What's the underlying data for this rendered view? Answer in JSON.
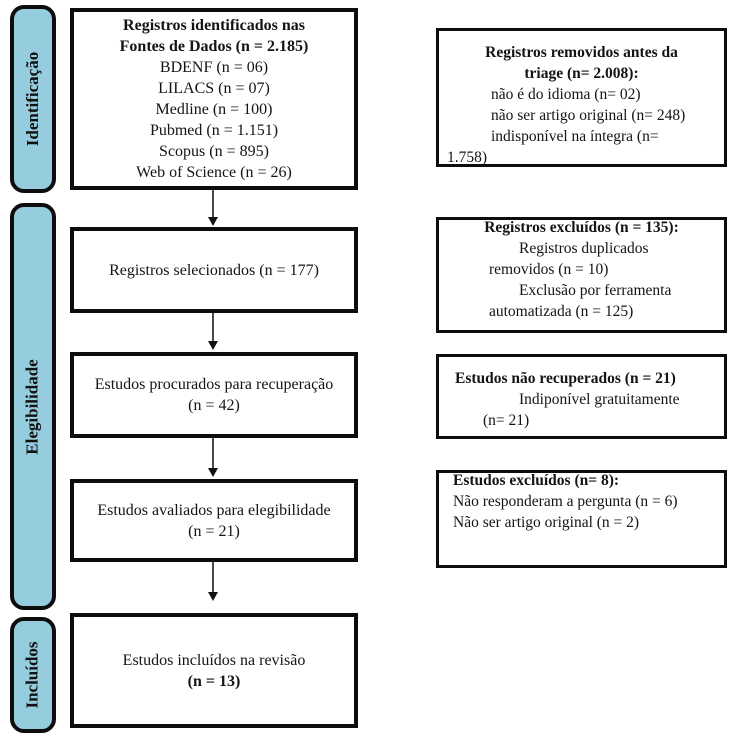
{
  "palette": {
    "sidebar_fill": "#95cddf",
    "box_border": "#0d0d0d",
    "text": "#141414",
    "background": "#ffffff"
  },
  "sidebar": {
    "stages": [
      {
        "label": "Identificação"
      },
      {
        "label": "Elegibilidade"
      },
      {
        "label": "Incluídos"
      }
    ]
  },
  "main_flow": {
    "identified_box": {
      "title_line1": "Registros identificados nas",
      "title_line2": "Fontes de Dados (n = 2.185)",
      "sources": [
        "BDENF (n = 06)",
        "LILACS (n = 07)",
        "Medline (n = 100)",
        "Pubmed (n = 1.151)",
        "Scopus (n = 895)",
        "Web of Science (n = 26)"
      ]
    },
    "screened_box": {
      "line1": "Registros selecionados (n = 177)"
    },
    "sought_box": {
      "line1": "Estudos procurados para recuperação",
      "line2": "(n = 42)"
    },
    "assessed_box": {
      "line1": "Estudos avaliados para elegibilidade",
      "line2": "(n = 21)"
    },
    "included_box": {
      "line1": "Estudos incluídos na revisão",
      "line2": "(n = 13)"
    }
  },
  "exclusion_boxes": {
    "removed_before_screening": {
      "title_line1": "Registros removidos antes da",
      "title_line2": "triage (n= 2.008):",
      "lines": [
        "não é do idioma (n= 02)",
        "não ser artigo original (n= 248)",
        "indisponível na íntegra (n=",
        "1.758)"
      ]
    },
    "records_excluded": {
      "title": "Registros excluídos (n = 135):",
      "lines": [
        "Registros duplicados",
        "removidos (n = 10)",
        "Exclusão por ferramenta",
        "automatizada (n = 125)"
      ]
    },
    "not_retrieved": {
      "title": "Estudos não recuperados (n = 21)",
      "lines": [
        "Indiponível gratuitamente",
        "(n= 21)"
      ]
    },
    "studies_excluded": {
      "title": "Estudos excluídos (n= 8):",
      "lines": [
        "Não responderam a pergunta (n = 6)",
        "Não ser artigo original (n = 2)"
      ]
    }
  }
}
